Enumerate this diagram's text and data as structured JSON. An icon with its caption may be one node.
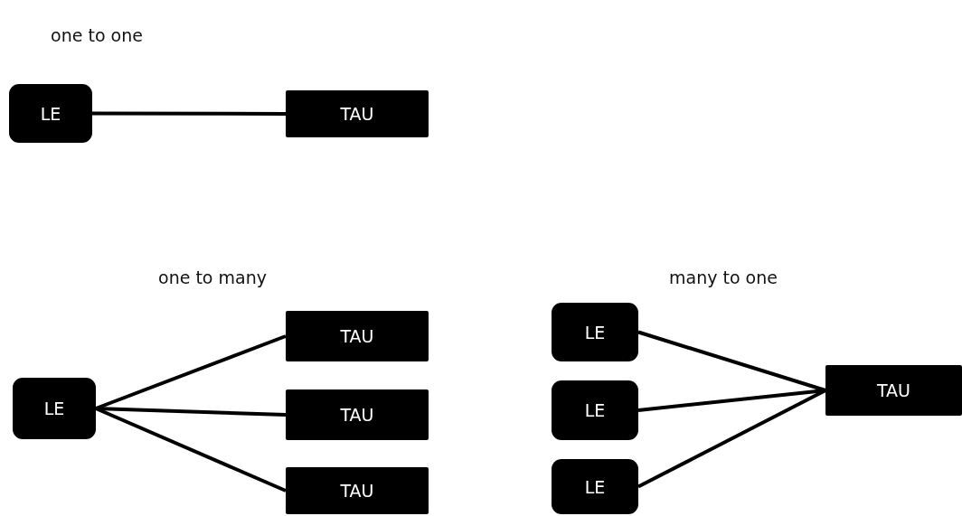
{
  "diagram": {
    "nodes": [
      {
        "text": [
          "LE"
        ]
      },
      {
        "text": [
          "TAU"
        ]
      },
      {
        "text": [
          "LE"
        ]
      },
      {
        "text": [
          "TAU"
        ]
      },
      {
        "text": [
          "TAU"
        ]
      },
      {
        "text": [
          "TAU"
        ]
      },
      {
        "text": [
          "LE"
        ]
      },
      {
        "text": [
          "LE"
        ]
      },
      {
        "text": [
          "LE"
        ]
      },
      {
        "text": [
          "TAU"
        ]
      }
    ],
    "edges": [
      {
        "from": 0,
        "to": 1,
        "arrow": "none"
      },
      {
        "from": 2,
        "to": 3,
        "arrow": "none"
      },
      {
        "from": 2,
        "to": 4,
        "arrow": "none"
      },
      {
        "from": 2,
        "to": 5,
        "arrow": "none"
      },
      {
        "from": 6,
        "to": 9,
        "arrow": "none"
      },
      {
        "from": 7,
        "to": 9,
        "arrow": "none"
      },
      {
        "from": 8,
        "to": 9,
        "arrow": "none"
      }
    ],
    "labels": [
      "one to one",
      "one to many",
      "many to one"
    ]
  }
}
